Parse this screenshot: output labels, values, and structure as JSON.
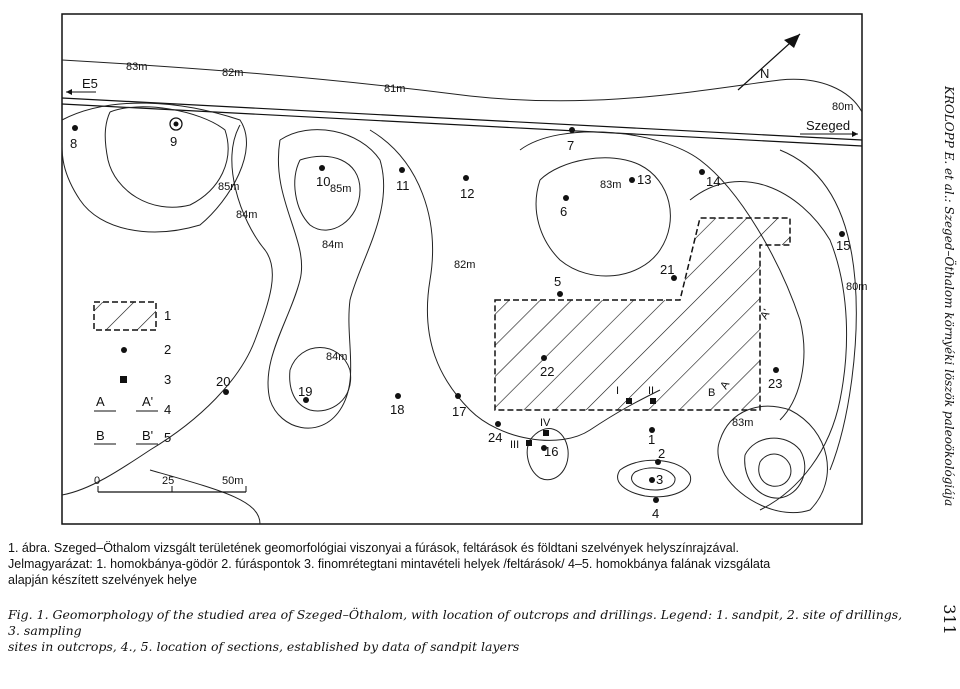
{
  "map": {
    "contour_labels": [
      "83m",
      "82m",
      "81m",
      "80m",
      "85m",
      "84m",
      "85m",
      "84m",
      "84m",
      "82m",
      "83m",
      "83m",
      "80m"
    ],
    "road_labels": {
      "west": "E5",
      "east": "Szeged"
    },
    "points": [
      {
        "id": "8"
      },
      {
        "id": "9"
      },
      {
        "id": "10"
      },
      {
        "id": "11"
      },
      {
        "id": "12"
      },
      {
        "id": "7"
      },
      {
        "id": "13"
      },
      {
        "id": "14"
      },
      {
        "id": "6"
      },
      {
        "id": "15"
      },
      {
        "id": "21"
      },
      {
        "id": "5"
      },
      {
        "id": "22"
      },
      {
        "id": "23"
      },
      {
        "id": "20"
      },
      {
        "id": "19"
      },
      {
        "id": "18"
      },
      {
        "id": "17"
      },
      {
        "id": "24"
      },
      {
        "id": "16"
      },
      {
        "id": "1"
      },
      {
        "id": "2"
      },
      {
        "id": "3"
      },
      {
        "id": "4"
      }
    ],
    "outcrops": [
      "I",
      "II",
      "III",
      "IV"
    ],
    "section_labels": [
      "A",
      "A'",
      "B",
      "B'"
    ],
    "legend": [
      {
        "num": "1",
        "symbol": "hatched-box"
      },
      {
        "num": "2",
        "symbol": "dot"
      },
      {
        "num": "3",
        "symbol": "square"
      },
      {
        "num": "4",
        "symbol": "arrow",
        "a": "A",
        "b": "A'"
      },
      {
        "num": "5",
        "symbol": "arrow",
        "a": "B",
        "b": "B'"
      }
    ],
    "scale": {
      "labels": [
        "0",
        "25",
        "50m"
      ]
    },
    "north_symbol": "N"
  },
  "caption_hu": {
    "line1": "1. ábra. Szeged–Öthalom vizsgált területének geomorfológiai viszonyai a fúrások, feltárások és földtani szelvények helyszínrajzával.",
    "line2": "Jelmagyarázat: 1. homokbánya-gödör 2. fúráspontok 3. finomrétegtani mintavételi helyek /feltárások/ 4–5. homokbánya falának vizsgálata",
    "line3": "alapján készített szelvények helye"
  },
  "caption_en": {
    "line1": "Fig. 1. Geomorphology of the studied area of Szeged–Öthalom, with location of outcrops and drillings. Legend: 1. sandpit, 2. site of drillings, 3. sampling",
    "line2": "sites in outcrops, 4., 5. location of sections, established by data of sandpit layers"
  },
  "side_title": "KROLOPP E. et al.: Szeged–Öthalom környéki löszök paleoökológiája",
  "page_number": "311"
}
